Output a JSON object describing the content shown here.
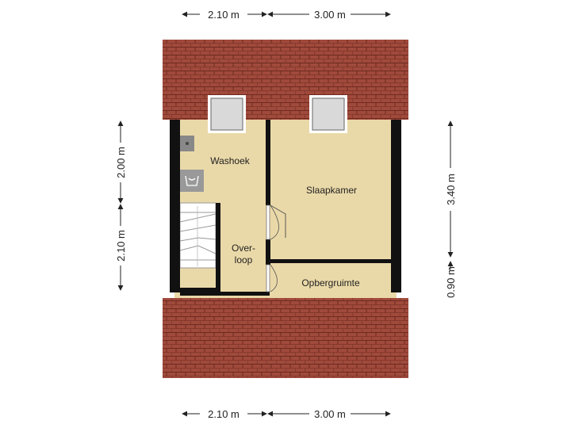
{
  "dimensions": {
    "top": [
      "2.10 m",
      "3.00 m"
    ],
    "bottom": [
      "2.10 m",
      "3.00 m"
    ],
    "left": [
      "2.00 m",
      "2.10 m"
    ],
    "right": [
      "3.40 m",
      "0.90 m"
    ]
  },
  "rooms": {
    "washoek": "Washoek",
    "slaapkamer": "Slaapkamer",
    "overloop_line1": "Over-",
    "overloop_line2": "loop",
    "opbergruimte": "Opbergruimte"
  },
  "colors": {
    "roof": "#A04A3C",
    "roof_line": "#6E2A20",
    "floor": "#EAD9A8",
    "wall": "#111111",
    "window": "#D9D9D9",
    "dimension": "#222222"
  }
}
